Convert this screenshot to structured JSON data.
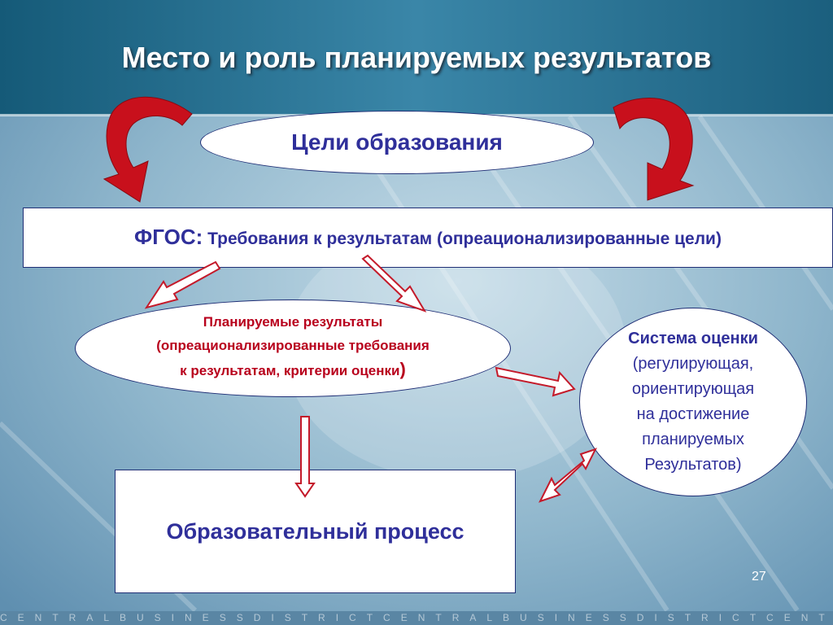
{
  "title": "Место и роль планируемых результатов",
  "goals": "Цели образования",
  "fgos": {
    "label": "ФГОС:",
    "text": " Требования к результатам (опреационализированные цели)"
  },
  "planned": {
    "line1": "Планируемые результаты",
    "line2": "(опреационализированные требования",
    "line3": "к результатам, критерии оценки",
    "close": ")"
  },
  "evaluation": {
    "title": "Система оценки",
    "lines": [
      "(регулирующая,",
      "ориентирующая",
      "на достижение",
      "планируемых",
      "Результатов)"
    ]
  },
  "process": "Образовательный процесс",
  "page_number": "27",
  "footer": "CENTRALBUSINESSDISTRICTCENTRALBUSINESSDISTRICTCENTRA",
  "colors": {
    "title_text": "#ffffff",
    "primary_text": "#2f2f9a",
    "accent_text": "#b8001c",
    "curved_arrow": "#c8101c",
    "block_arrow_outline": "#c41a2a"
  }
}
